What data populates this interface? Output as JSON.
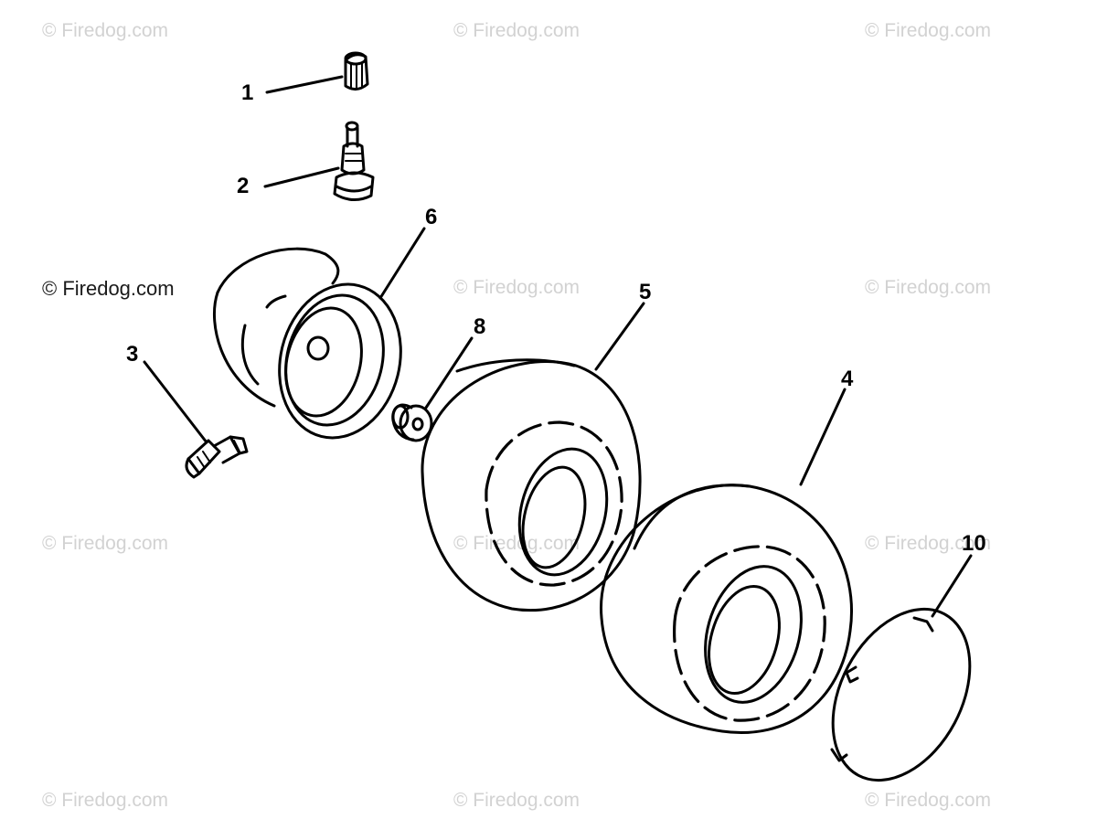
{
  "watermarks": [
    "© Firedog.com",
    "© Firedog.com",
    "© Firedog.com",
    "© Firedog.com",
    "© Firedog.com",
    "© Firedog.com",
    "© Firedog.com",
    "© Firedog.com",
    "© Firedog.com",
    "© Firedog.com",
    "© Firedog.com",
    "© Firedog.com"
  ],
  "callouts": {
    "c1": "1",
    "c2": "2",
    "c3": "3",
    "c4": "4",
    "c5": "5",
    "c6": "6",
    "c8": "8",
    "c10": "10"
  },
  "colors": {
    "line": "#000000",
    "watermark": "#d2d2d2",
    "background": "#ffffff"
  }
}
